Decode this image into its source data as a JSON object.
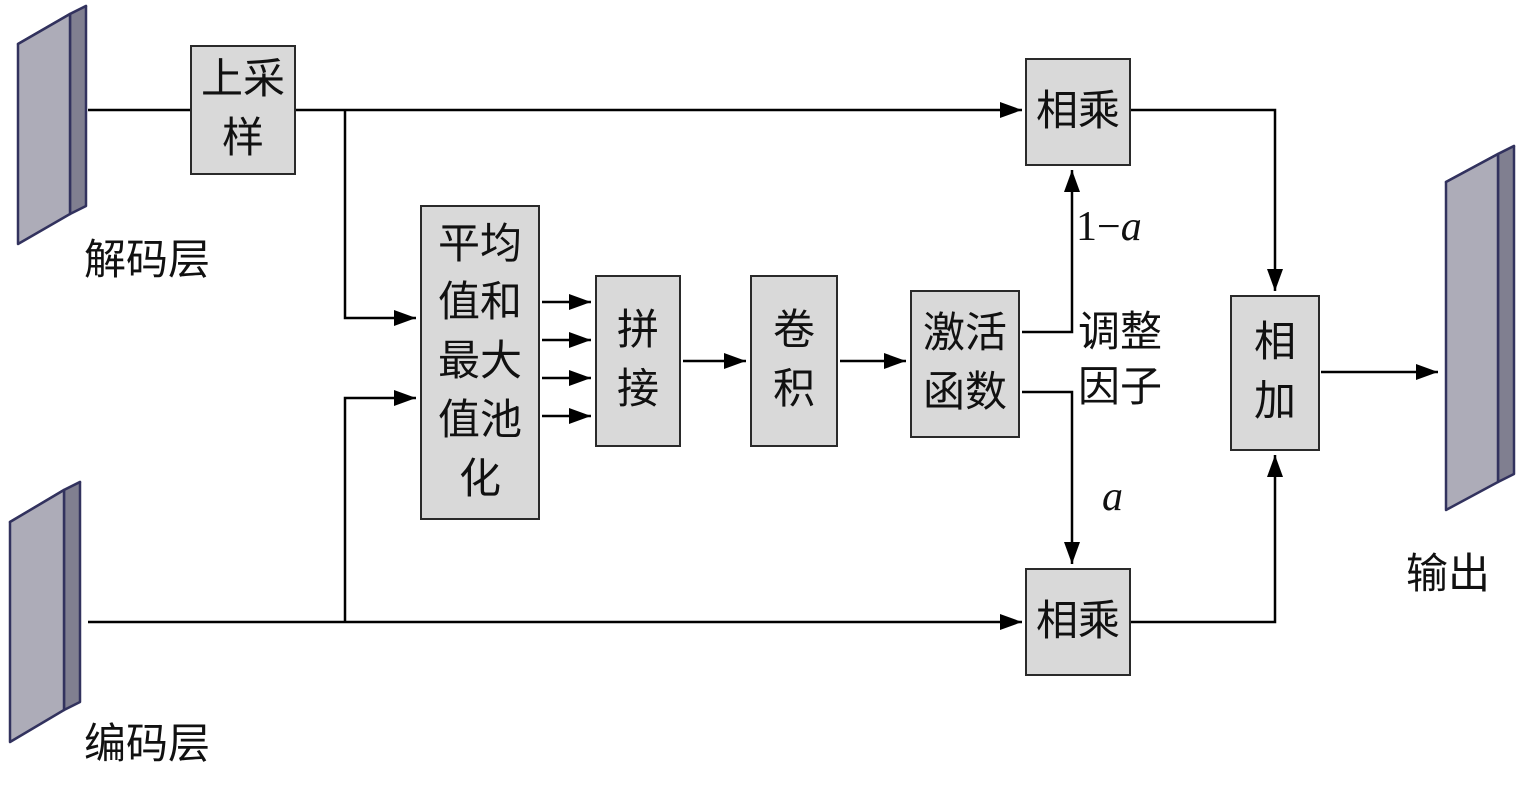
{
  "figure_title": "attention-gate-fusion-block-diagram",
  "nodes": {
    "upsample": "上采\n样",
    "pooling": "平均\n值和\n最大\n值池\n化",
    "concat": "拼\n接",
    "conv": "卷\n积",
    "activation": "激活\n函数",
    "multiply_top": "相乘",
    "multiply_bottom": "相乘",
    "add": "相\n加"
  },
  "labels": {
    "decoder_layer": "解码层",
    "encoder_layer": "编码层",
    "output": "输出",
    "adjust_factor": "调整\n因子",
    "one_minus": "1−",
    "a": "a"
  },
  "colors": {
    "box_fill": "#d9d9d9",
    "box_border": "#2a2a2a",
    "connector": "#000000",
    "slab_front": "#adacb8",
    "slab_top": "#cfced8",
    "slab_side": "#807f90",
    "slab_edge": "#32325e"
  }
}
